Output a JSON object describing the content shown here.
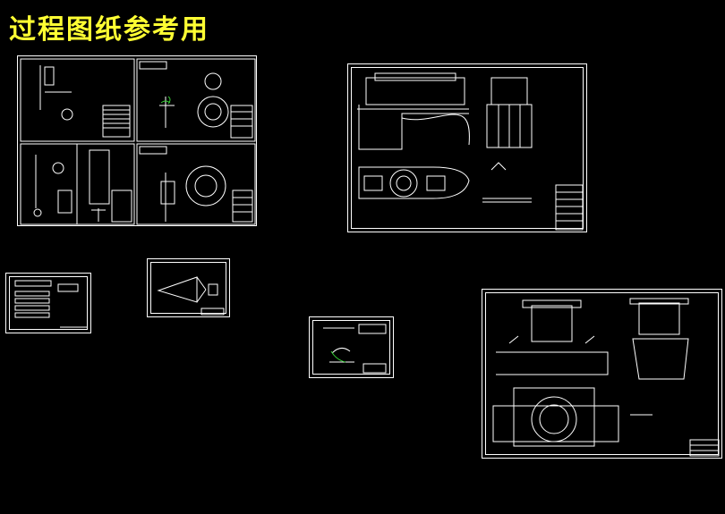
{
  "header": {
    "title": "过程图纸参考用"
  },
  "colors": {
    "background": "#000000",
    "title": "#ffff33",
    "lines": "#ffffff",
    "accent": "#33cc33"
  },
  "drawings": [
    {
      "name": "assembly-sheet-group"
    },
    {
      "name": "fixture-assembly-sheet"
    },
    {
      "name": "process-card-sheet"
    },
    {
      "name": "cutter-sheet"
    },
    {
      "name": "part-sketch-sheet"
    },
    {
      "name": "fixture-assembly-sheet-2"
    }
  ]
}
